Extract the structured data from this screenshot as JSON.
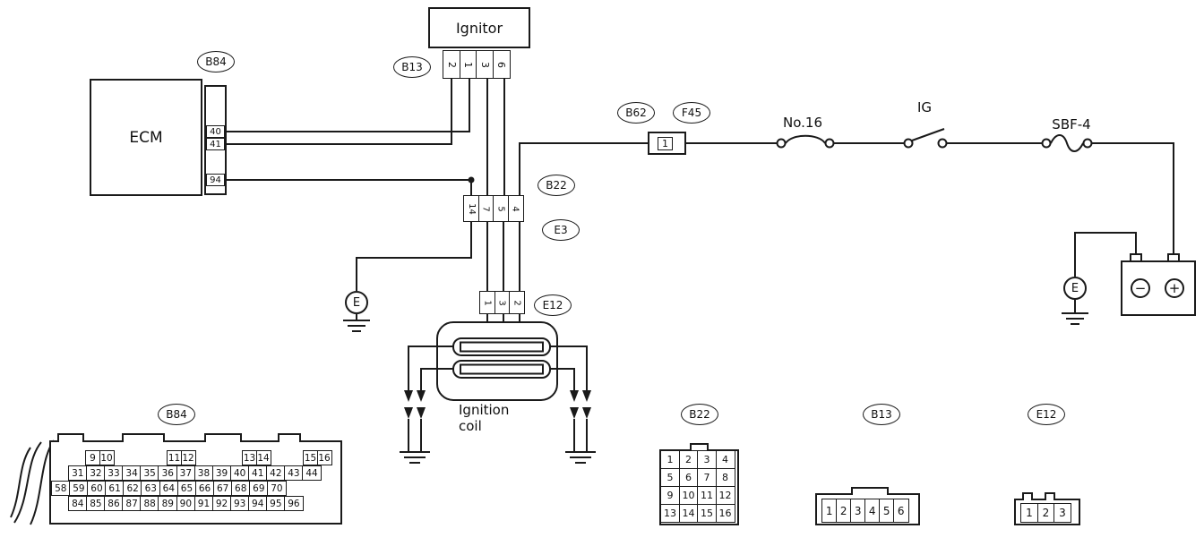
{
  "colors": {
    "line": "#1a1a1a",
    "background": "#ffffff"
  },
  "labels": {
    "ecm": "ECM",
    "ignitor": "Ignitor",
    "ignition_coil_line1": "Ignition",
    "ignition_coil_line2": "coil",
    "fuse_no16": "No.16",
    "ig_switch": "IG",
    "sbf4": "SBF-4",
    "b62_pin": "1",
    "ground_e_left": "E",
    "ground_e_right": "E",
    "battery_minus": "−",
    "battery_plus": "+"
  },
  "ovals": {
    "b84_top": "B84",
    "b13_top": "B13",
    "b62": "B62",
    "f45": "F45",
    "b22_mid": "B22",
    "e3": "E3",
    "e12_mid": "E12",
    "b84_bottom": "B84",
    "b22_bottom": "B22",
    "b13_bottom": "B13",
    "e12_bottom": "E12"
  },
  "ecm_pins": [
    "40",
    "41",
    "94"
  ],
  "ignitor_pins": [
    "2",
    "1",
    "3",
    "6"
  ],
  "b22_inline_pins": [
    "14",
    "7",
    "5",
    "4"
  ],
  "e12_inline_pins": [
    "1",
    "3",
    "2"
  ],
  "pinouts": {
    "b84": {
      "row1_groups": [
        [
          "9",
          "10"
        ],
        [
          "11",
          "12"
        ],
        [
          "13",
          "14"
        ],
        [
          "15",
          "16"
        ]
      ],
      "row2": [
        "31",
        "32",
        "33",
        "34",
        "35",
        "36",
        "37",
        "38",
        "39",
        "40",
        "41",
        "42",
        "43",
        "44"
      ],
      "row3": [
        "58",
        "59",
        "60",
        "61",
        "62",
        "63",
        "64",
        "65",
        "66",
        "67",
        "68",
        "69",
        "70"
      ],
      "row4": [
        "84",
        "85",
        "86",
        "87",
        "88",
        "89",
        "90",
        "91",
        "92",
        "93",
        "94",
        "95",
        "96"
      ]
    },
    "b22": {
      "rows": [
        [
          "1",
          "2",
          "3",
          "4"
        ],
        [
          "5",
          "6",
          "7",
          "8"
        ],
        [
          "9",
          "10",
          "11",
          "12"
        ],
        [
          "13",
          "14",
          "15",
          "16"
        ]
      ]
    },
    "b13": {
      "row": [
        "1",
        "2",
        "3",
        "4",
        "5",
        "6"
      ]
    },
    "e12": {
      "row": [
        "1",
        "2",
        "3"
      ]
    }
  }
}
